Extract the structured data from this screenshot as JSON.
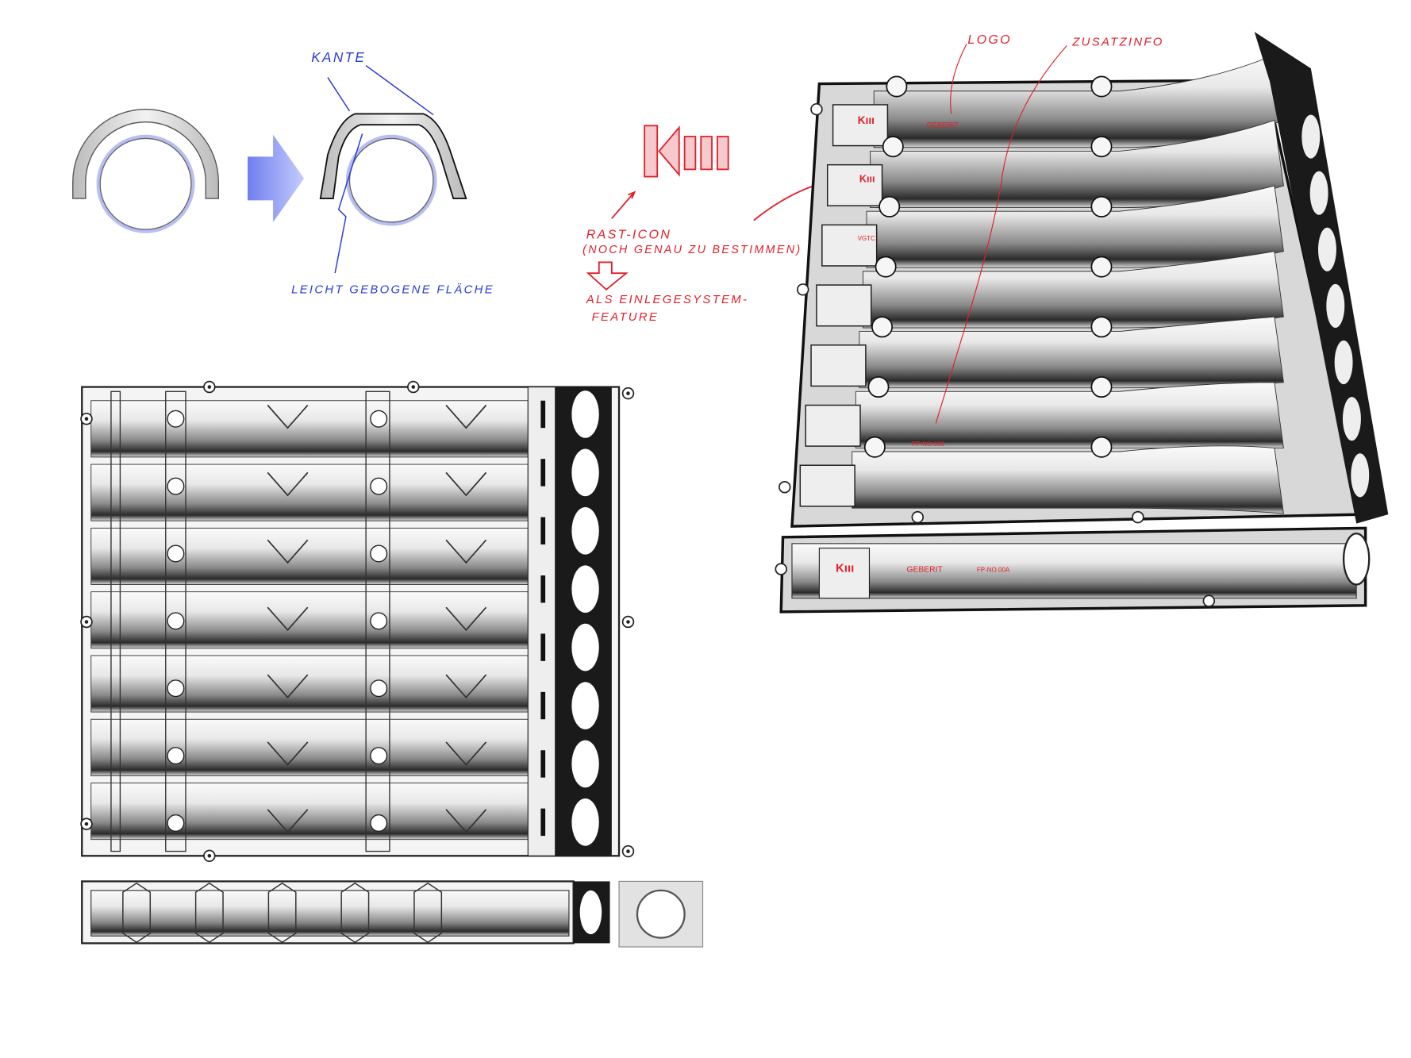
{
  "annotations": {
    "edge_label": "KANTE",
    "surface_label": "LEICHT GEBOGENE FLÄCHE",
    "rast_icon_label": "RAST-ICON",
    "rast_icon_note": "(NOCH GENAU ZU BESTIMMEN)",
    "feature_line1": "ALS EINLEGESYSTEM-",
    "feature_line2": "FEATURE",
    "logo_label": "LOGO",
    "extra_info_label": "ZUSATZINFO"
  },
  "tray_markings": {
    "icon_text": "Kııı",
    "brand": "GEBERIT",
    "code_main": "FP-NO.000",
    "code_strip": "FP-NO.00A",
    "etc": "VGTC"
  },
  "colors": {
    "blue_ink": "#2a3fd6",
    "red_ink": "#e0202a",
    "arrow_blue": "#7f8cf0"
  }
}
